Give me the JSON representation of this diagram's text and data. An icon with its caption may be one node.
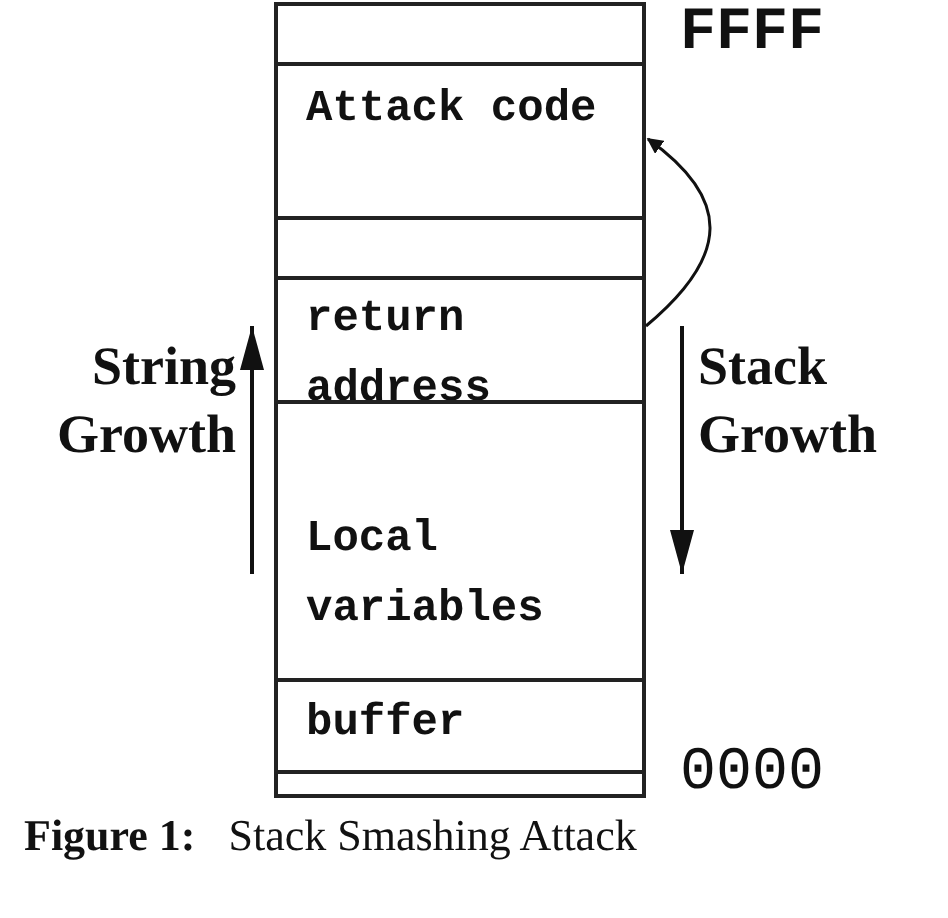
{
  "diagram": {
    "caption": "**Figure 1:**   Stack Smashing Attack",
    "nodes": [
      {
        "text": [],
        "shape": "box"
      },
      {
        "text": [
          "Attack code"
        ]
      },
      {
        "text": [],
        "shape": "box"
      },
      {
        "text": [
          "return address"
        ]
      },
      {
        "text": [
          "Local variables"
        ]
      },
      {
        "text": [
          "buffer"
        ]
      },
      {
        "text": [],
        "shape": "box"
      }
    ],
    "edges": [
      {
        "from": 3,
        "to": 1,
        "arrow": "to"
      }
    ],
    "labels": [
      "FFFF",
      "String Growth",
      "Stack Growth",
      "0000"
    ]
  }
}
